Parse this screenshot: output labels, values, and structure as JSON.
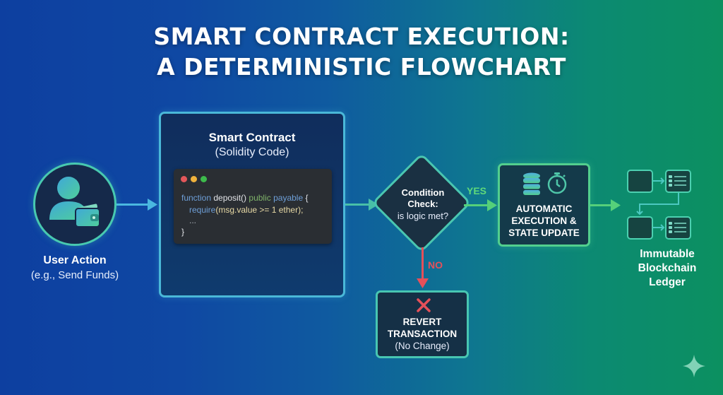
{
  "title": {
    "line1": "SMART CONTRACT EXECUTION:",
    "line2": "A DETERMINISTIC FLOWCHART"
  },
  "user_action": {
    "icon": "user-wallet-icon",
    "label": "User Action",
    "sub": "(e.g., Send Funds)"
  },
  "smart_contract": {
    "title": "Smart Contract",
    "subtitle": "(Solidity Code)",
    "code": {
      "window_dots": [
        "#e4575a",
        "#f0b23c",
        "#3dbb4c"
      ],
      "line1": {
        "kw": "function",
        "fn": " deposit() ",
        "mod": "public",
        "sp": " ",
        "pay": "payable",
        "brace": " {"
      },
      "line2": {
        "req": "require",
        "arg": "(msg.value >= 1 ether);"
      },
      "line3": "...",
      "line4": "}"
    }
  },
  "condition": {
    "line1": "Condition",
    "line2": "Check:",
    "line3": "is logic met?"
  },
  "branches": {
    "yes": "YES",
    "no": "NO"
  },
  "execution": {
    "icons": [
      "database-icon",
      "stopwatch-icon"
    ],
    "line1": "AUTOMATIC",
    "line2": "EXECUTION &",
    "line3": "STATE UPDATE"
  },
  "revert": {
    "icon": "x-icon",
    "line1": "REVERT",
    "line2": "TRANSACTION",
    "line3": "(No Change)"
  },
  "ledger": {
    "line1": "Immutable",
    "line2": "Blockchain",
    "line3": "Ledger"
  },
  "colors": {
    "bg_left": "#0d3fa0",
    "bg_right": "#0c9060",
    "yes": "#5fd97a",
    "no": "#e5505a",
    "accent_teal": "#48c9b0"
  }
}
